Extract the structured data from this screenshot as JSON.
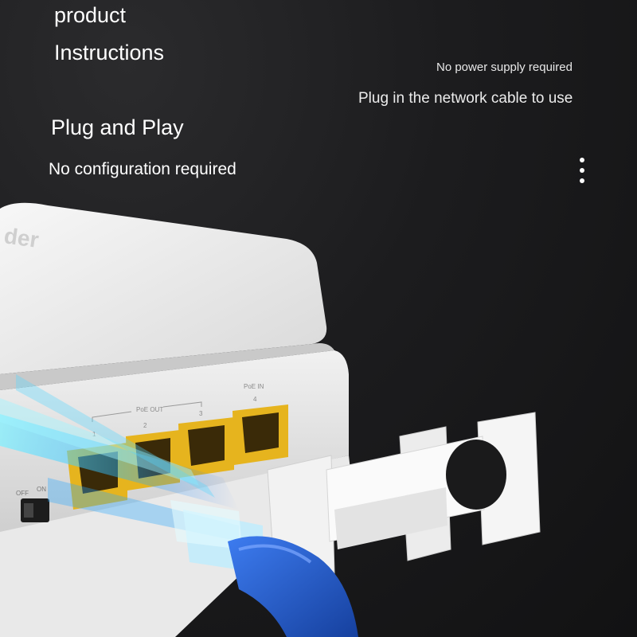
{
  "texts": {
    "product": "product",
    "instructions": "Instructions",
    "no_power": "No power supply required",
    "plug_cable": "Plug in the network cable to use",
    "plug_play": "Plug and Play",
    "no_config": "No configuration required"
  },
  "device": {
    "brand_fragment": "der",
    "poe_out_label": "PoE OUT",
    "poe_in_label": "PoE IN",
    "port_numbers": [
      "1",
      "2",
      "3",
      "4"
    ],
    "switch_off": "OFF",
    "switch_on": "ON"
  },
  "colors": {
    "background": "#1a1a1b",
    "device_body": "#ededed",
    "port_yellow": "#e6b41e",
    "cable_blue": "#1f5fd6",
    "light_beam": "#3fd0ff"
  },
  "icons": [
    "more-vertical-icon"
  ]
}
